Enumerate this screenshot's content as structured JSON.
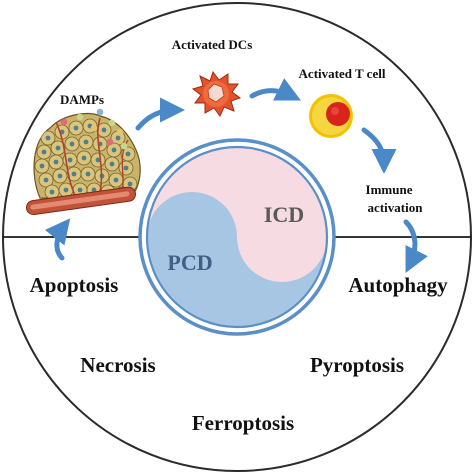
{
  "labels": {
    "damps": "DAMPs",
    "activated_dcs": "Activated DCs",
    "activated_t_cell": "Activated T cell",
    "immune_activation_line1": "Immune",
    "immune_activation_line2": "activation",
    "icd": "ICD",
    "pcd": "PCD",
    "apoptosis": "Apoptosis",
    "autophagy": "Autophagy",
    "necrosis": "Necrosis",
    "pyroptosis": "Pyroptosis",
    "ferroptosis": "Ferroptosis"
  },
  "colors": {
    "outer_circle_stroke": "#2b2b2b",
    "pcd_fill": "#a7c6e3",
    "icd_fill": "#f6dbe2",
    "inner_ring": "#5a8fc7",
    "arrow": "#4a88c8",
    "t_cell_outer": "#f2c200",
    "t_cell_inner": "#d9241c",
    "dc_fill": "#e2532c",
    "tissue_cell": "#d6c27a",
    "tissue_nucleus": "#4f7f8f",
    "vessel": "#b5422e"
  },
  "icons": {
    "tissue": "necrotic-tissue-icon",
    "dc": "dendritic-cell-icon",
    "t_cell": "t-cell-icon"
  }
}
